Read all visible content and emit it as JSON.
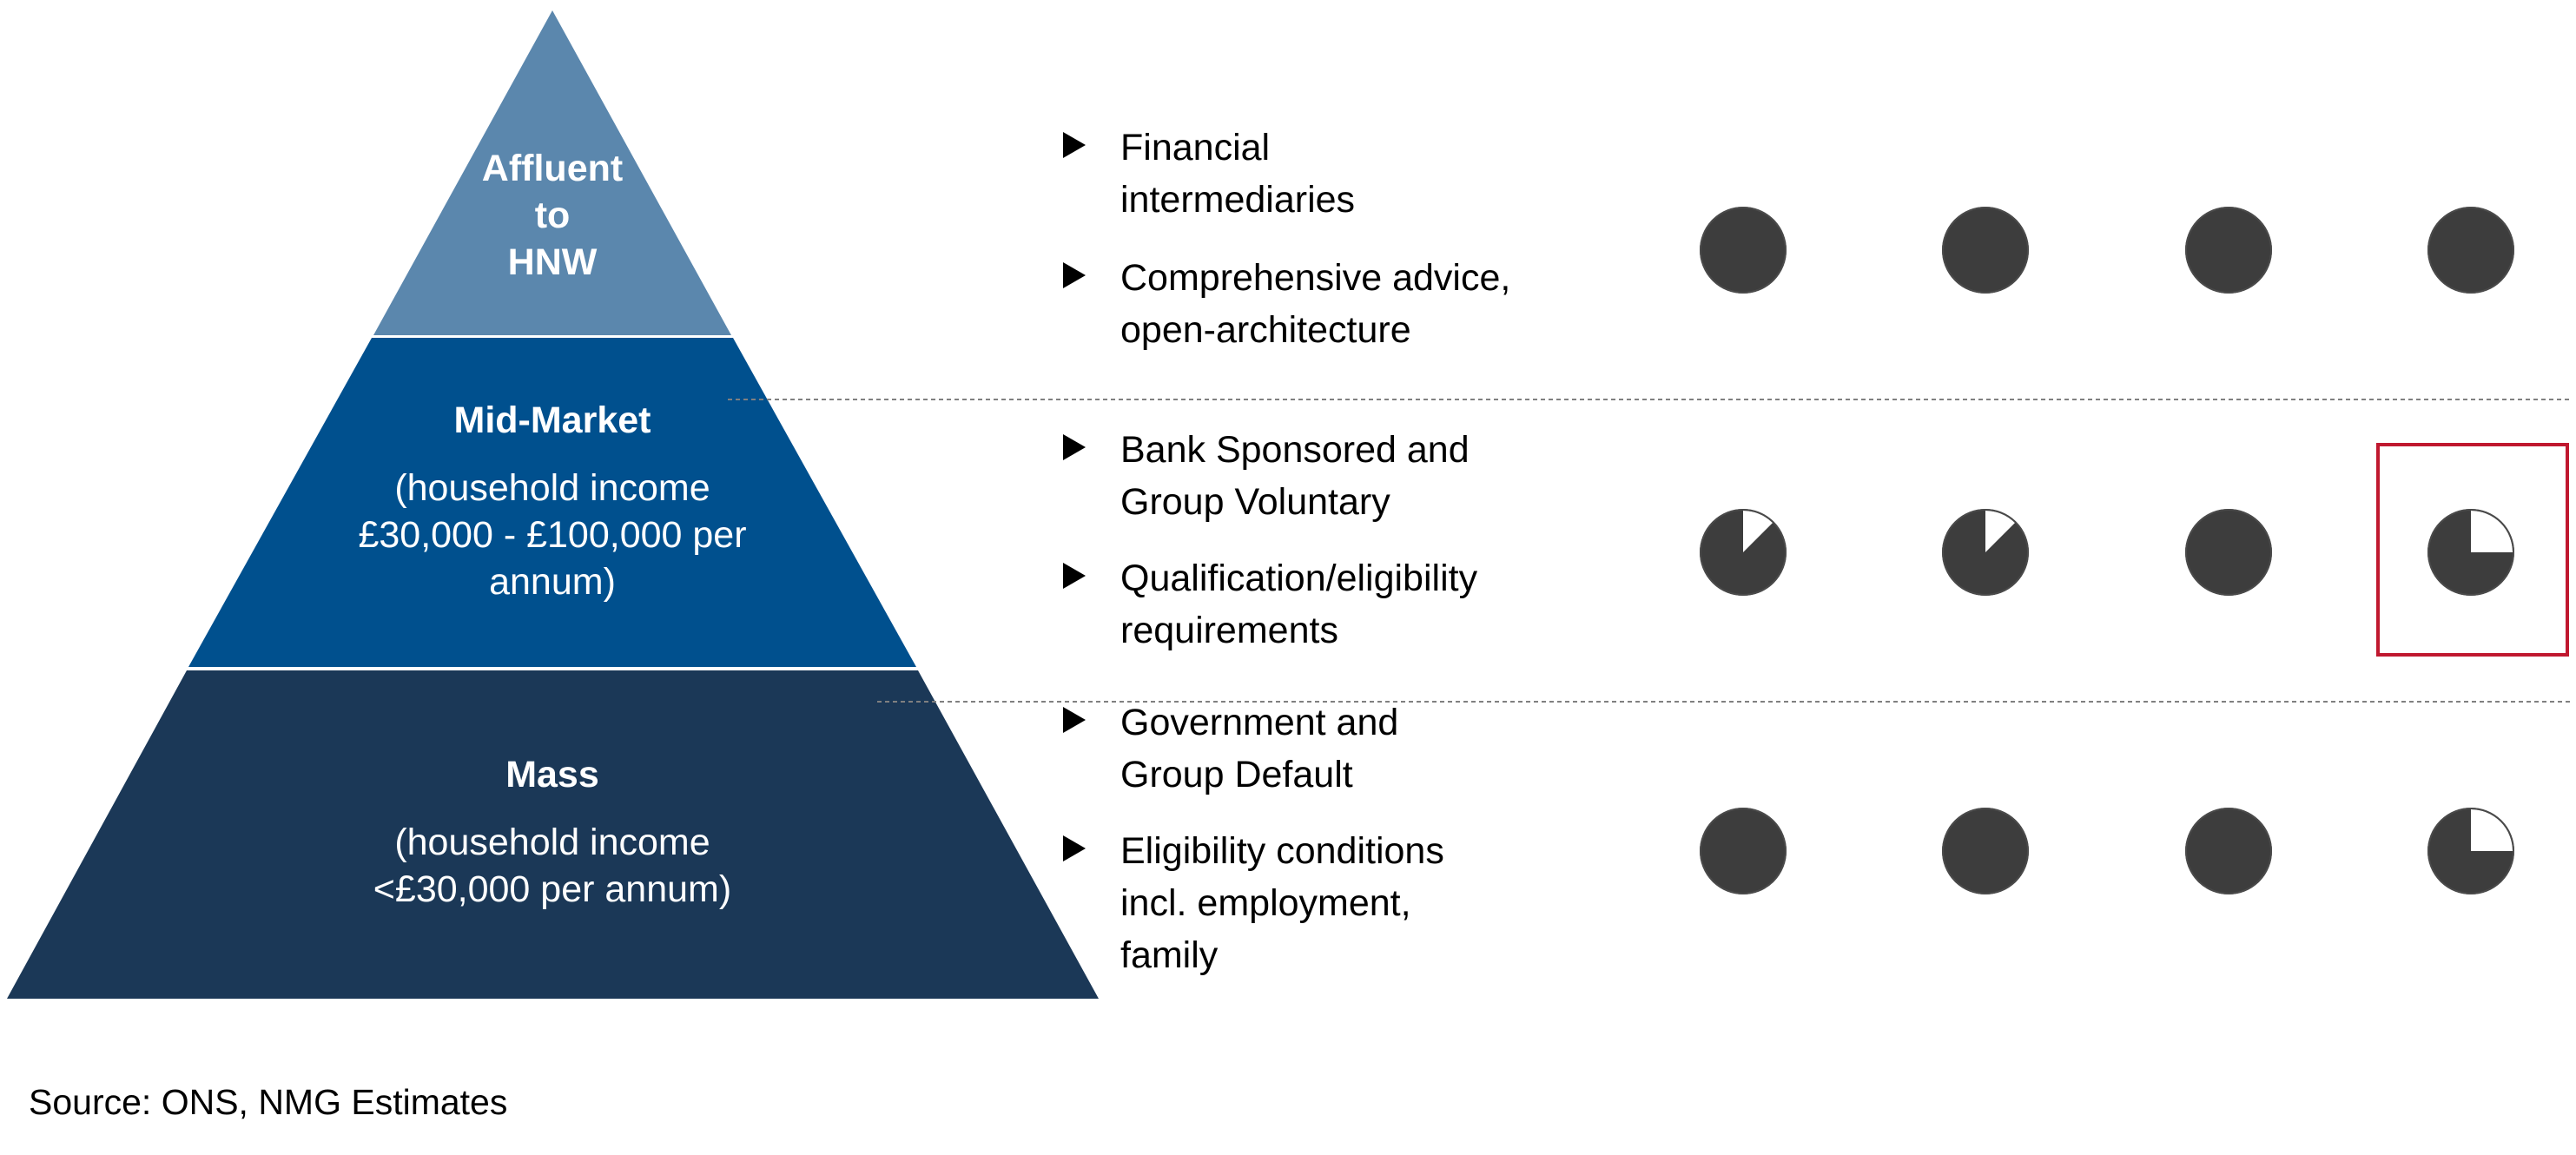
{
  "colors": {
    "tier_top": "#5b87ad",
    "tier_mid": "#00508e",
    "tier_bottom": "#1b3857",
    "ball_dark": "#3d3d3d",
    "ball_light": "#ffffff",
    "highlight": "#c0182f",
    "divider": "#808080"
  },
  "pyramid": {
    "tiers": [
      {
        "title_lines": [
          "Affluent",
          "to",
          "HNW"
        ],
        "sub_lines": []
      },
      {
        "title_lines": [
          "Mid-Market"
        ],
        "sub_lines": [
          "(household income",
          "£30,000 - £100,000  per",
          "annum)"
        ]
      },
      {
        "title_lines": [
          "Mass"
        ],
        "sub_lines": [
          "(household income",
          "<£30,000 per annum)"
        ]
      }
    ]
  },
  "rows": [
    {
      "bullets": [
        {
          "lines": [
            "Financial",
            "intermediaries"
          ]
        },
        {
          "lines": [
            "Comprehensive advice,",
            "open-architecture"
          ]
        }
      ],
      "ratings": [
        1,
        1,
        1,
        1
      ]
    },
    {
      "bullets": [
        {
          "lines": [
            "Bank Sponsored and",
            "Group Voluntary"
          ]
        },
        {
          "lines": [
            "Qualification/eligibility",
            "requirements"
          ]
        }
      ],
      "ratings": [
        0.875,
        0.875,
        1,
        0.75
      ],
      "highlight_index": 3
    },
    {
      "bullets": [
        {
          "lines": [
            "Government and",
            "Group Default"
          ]
        },
        {
          "lines": [
            "Eligibility conditions",
            "incl. employment,",
            "family"
          ]
        }
      ],
      "ratings": [
        1,
        1,
        1,
        0.75
      ]
    }
  ],
  "source": "Source: ONS, NMG Estimates"
}
